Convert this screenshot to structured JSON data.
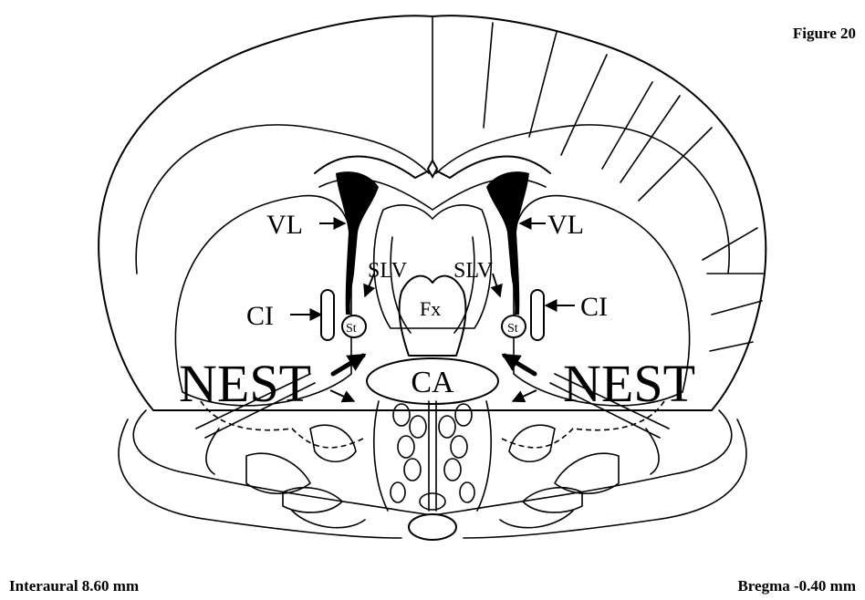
{
  "figure_label": "Figure 20",
  "coordinates": {
    "interaural": "Interaural 8.60 mm",
    "bregma": "Bregma -0.40 mm"
  },
  "labels": {
    "vl": "VL",
    "slv": "SLV",
    "ci": "CI",
    "fx": "Fx",
    "nest": "NEST",
    "ca": "CA",
    "st": "St"
  }
}
